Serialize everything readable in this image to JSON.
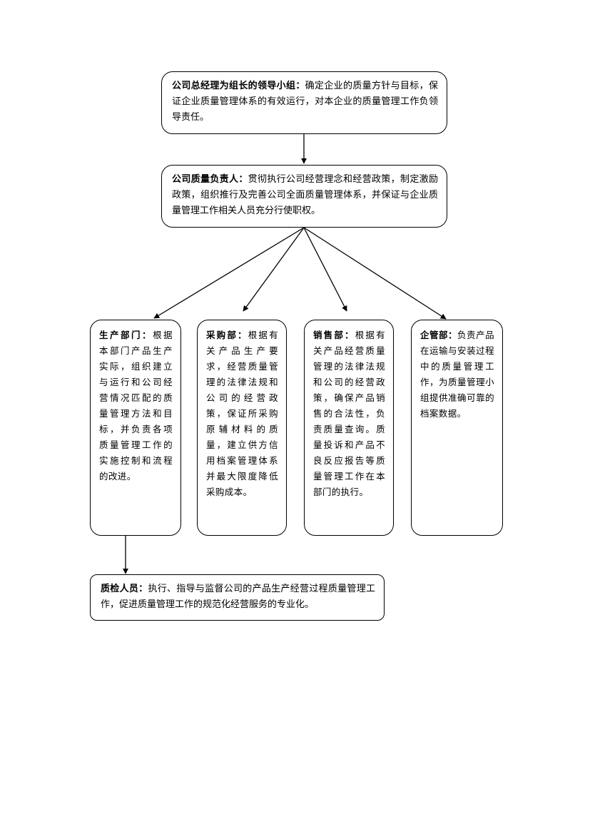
{
  "nodes": {
    "leader": {
      "title": "公司总经理为组长的领导小组：",
      "body": "确定企业的质量方针与目标，保证企业质量管理体系的有效运行，对本企业的质量管理工作负领导责任。"
    },
    "quality_head": {
      "title": "公司质量负责人：",
      "body": "贯彻执行公司经营理念和经营政策，制定激励政策，组织推行及完善公司全面质量管理体系，并保证与企业质量管理工作相关人员充分行使职权。"
    },
    "production": {
      "title": "生产部门：",
      "body": "根据本部门产品生产实际，组织建立与运行和公司经营情况匹配的质量管理方法和目标，并负责各项质量管理工作的实施控制和流程的改进。"
    },
    "purchasing": {
      "title": "采购部：",
      "body": "根据有关产品生产要求，经营质量管理的法律法规和公司的经营政策，保证所采购原辅材料的质量，建立供方信用档案管理体系并最大限度降低采购成本。"
    },
    "sales": {
      "title": "销售部：",
      "body": "根据有关产品经营质量管理的法律法规和公司的经营政策，确保产品销售的合法性，负责质量查询。质量投诉和产品不良反应报告等质量管理工作在本部门的执行。"
    },
    "enterprise_mgmt": {
      "title": "企管部：",
      "body": "负责产品在运输与安装过程中的质量管理工作，为质量管理小组提供准确可靠的档案数据。"
    },
    "inspectors": {
      "title": "质检人员：",
      "body": "执行、指导与监督公司的产品生产经营过程质量管理工作，促进质量管理工作的规范化经营服务的专业化。"
    }
  }
}
